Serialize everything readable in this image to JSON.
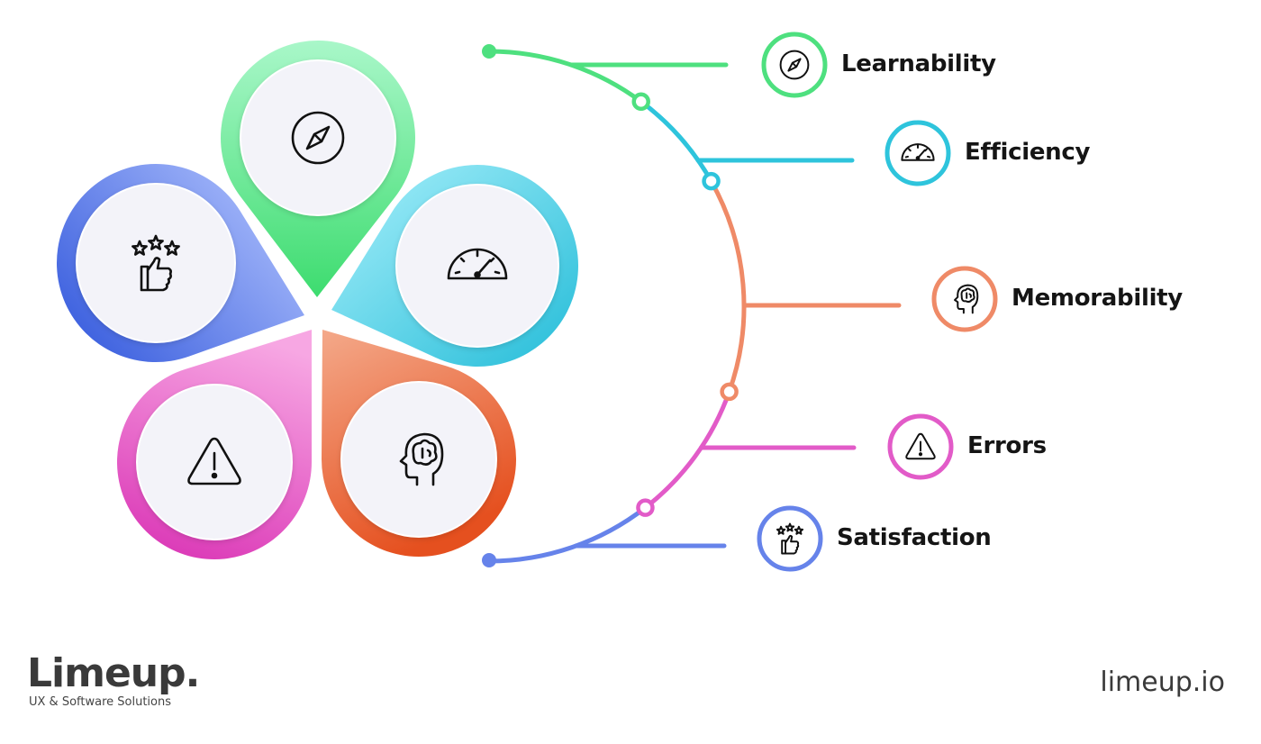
{
  "items": [
    {
      "label": "Learnability",
      "icon": "compass-icon",
      "color": "#4ee07f"
    },
    {
      "label": "Efficiency",
      "icon": "speedometer-icon",
      "color": "#2ec4dc"
    },
    {
      "label": "Memorability",
      "icon": "brain-head-icon",
      "color": "#ef8a67"
    },
    {
      "label": "Errors",
      "icon": "warning-icon",
      "color": "#e25bc8"
    },
    {
      "label": "Satisfaction",
      "icon": "thumbs-up-stars-icon",
      "color": "#6683ea"
    }
  ],
  "brand": {
    "name": "Limeup.",
    "tagline": "UX & Software Solutions",
    "site": "limeup.io"
  }
}
